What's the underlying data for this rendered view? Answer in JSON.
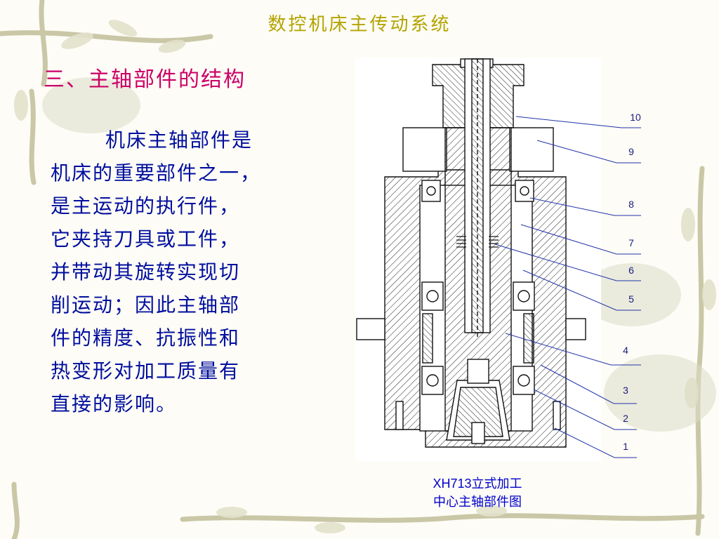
{
  "slide": {
    "title": "数控机床主传动系统",
    "section_heading": "三、主轴部件的结构",
    "body_lines": [
      "机床主轴部件是",
      "机床的重要部件之一，",
      "是主运动的执行件，",
      "它夹持刀具或工件，",
      "并带动其旋转实现切",
      "削运动；因此主轴部",
      "件的精度、抗振性和",
      "热变形对加工质量有",
      "直接的影响。"
    ]
  },
  "figure": {
    "caption_line1": "XH713立式加工",
    "caption_line2": "中心主轴部件图",
    "callouts": [
      "10",
      "9",
      "8",
      "7",
      "6",
      "5",
      "4",
      "3",
      "2",
      "1"
    ]
  },
  "colors": {
    "title": "#b3a400",
    "heading": "#cc0066",
    "body": "#000e9e",
    "caption": "#0000cc",
    "leader": "#2233aa"
  }
}
